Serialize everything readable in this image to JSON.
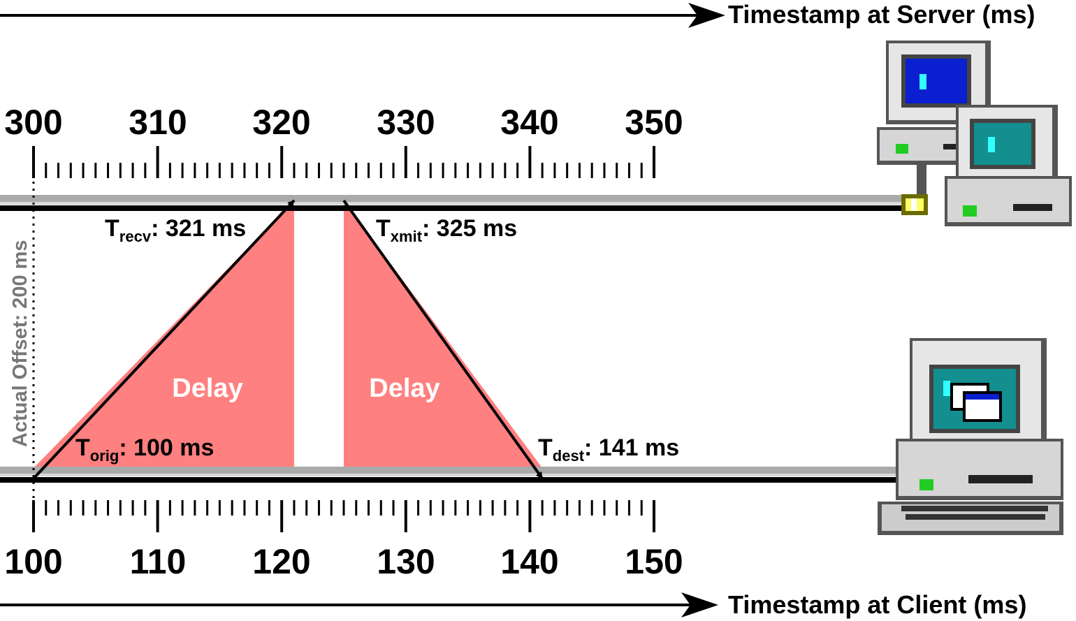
{
  "server_axis": {
    "title": "Timestamp at Server (ms)",
    "start": 300,
    "end": 350,
    "tick_labels": [
      "300",
      "310",
      "320",
      "330",
      "340",
      "350"
    ]
  },
  "client_axis": {
    "title": "Timestamp at Client (ms)",
    "start": 100,
    "end": 150,
    "tick_labels": [
      "100",
      "110",
      "120",
      "130",
      "140",
      "150"
    ]
  },
  "events": {
    "orig": {
      "main": "T",
      "sub": "orig",
      "value_text": ": 100 ms",
      "client_ms": 100
    },
    "recv": {
      "main": "T",
      "sub": "recv",
      "value_text": ": 321 ms",
      "server_ms": 321
    },
    "xmit": {
      "main": "T",
      "sub": "xmit",
      "value_text": ": 325 ms",
      "server_ms": 325
    },
    "dest": {
      "main": "T",
      "sub": "dest",
      "value_text": ": 141 ms",
      "client_ms": 141
    }
  },
  "delay_labels": [
    "Delay",
    "Delay"
  ],
  "offset_label": "Actual Offset: 200 ms",
  "icons": {
    "server": "server-computers-icon",
    "client": "client-computer-icon"
  },
  "colors": {
    "delay_fill": "#ff8080",
    "line_gray": "#aaaaaa",
    "line_black": "#000000",
    "offset_text": "#777777"
  }
}
